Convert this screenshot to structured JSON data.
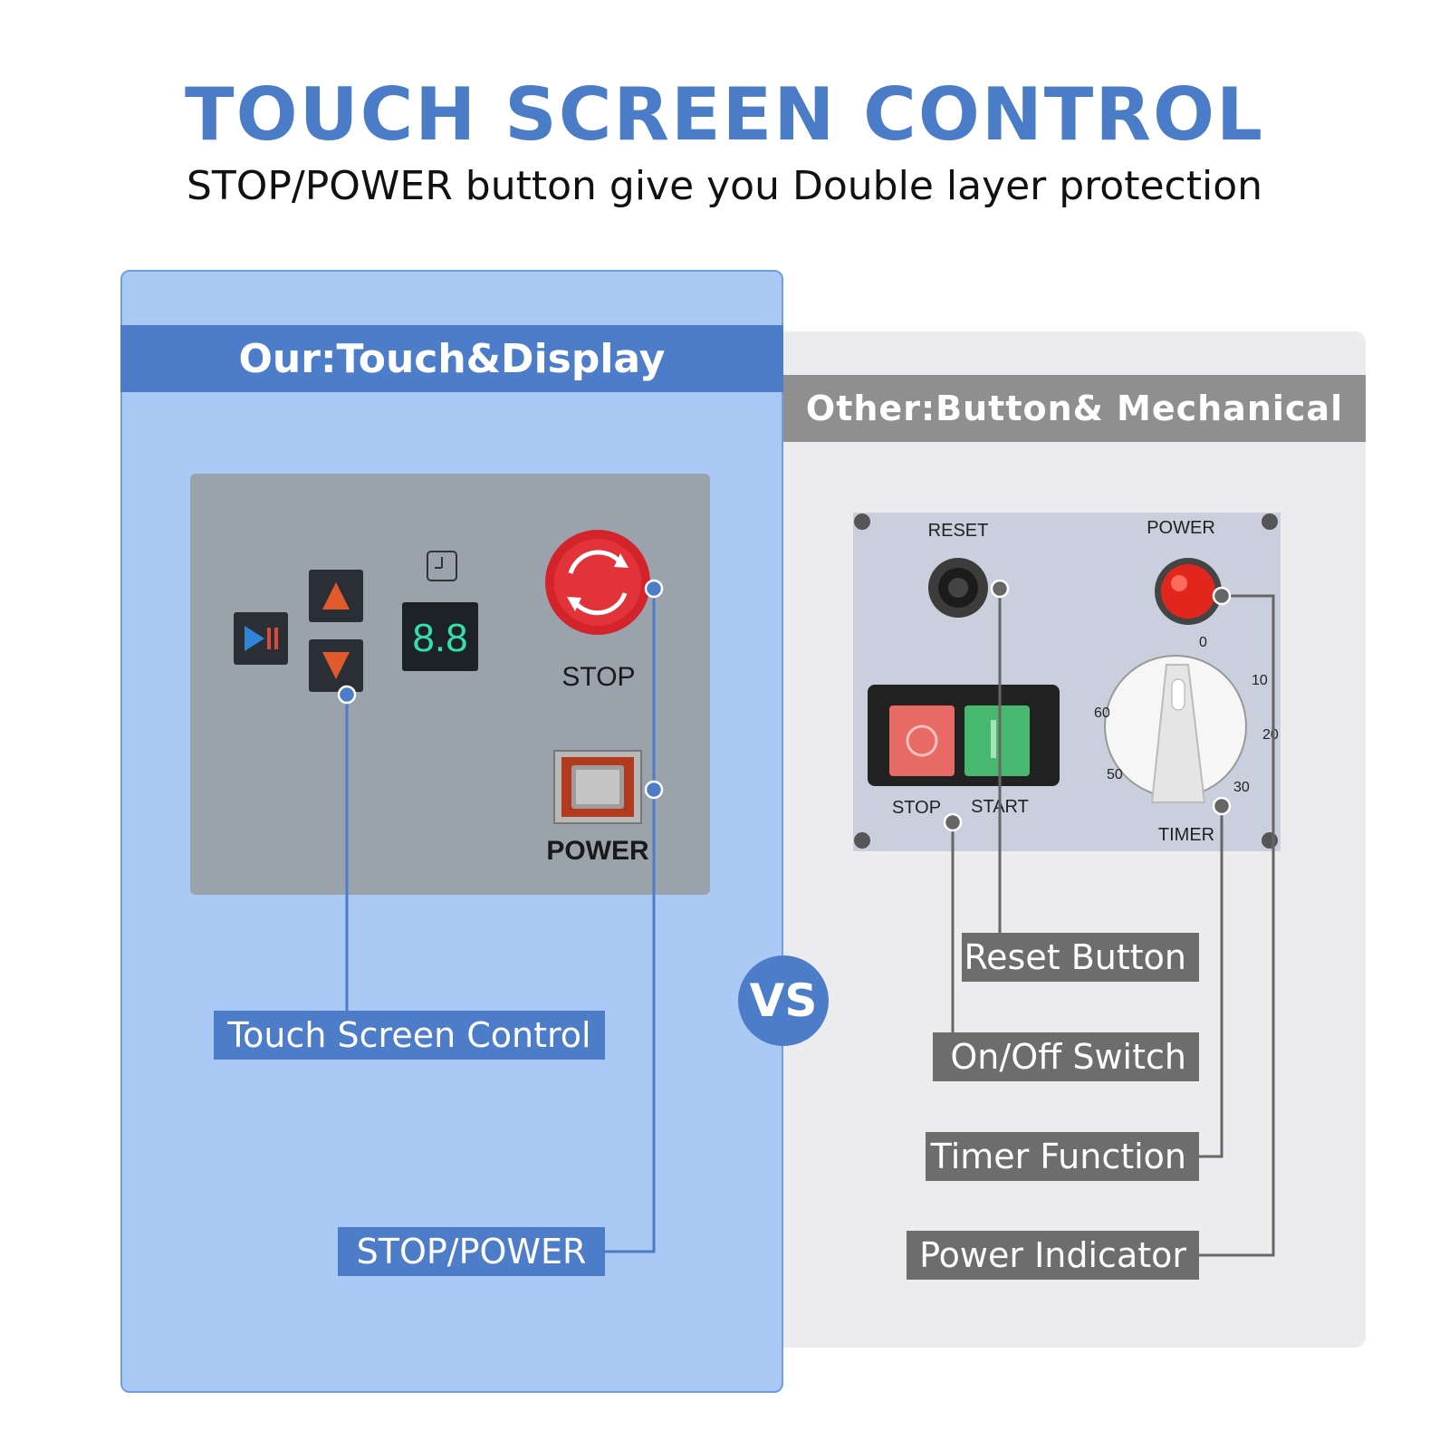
{
  "header": {
    "title": "TOUCH SCREEN CONTROL",
    "subtitle": "STOP/POWER button give you Double layer protection"
  },
  "left_panel": {
    "title": "Our:Touch&Display",
    "device": {
      "display_value": "8.8",
      "stop_label": "STOP",
      "power_label": "POWER"
    },
    "callouts": {
      "touch": "Touch Screen Control",
      "stop_power": "STOP/POWER"
    }
  },
  "vs_label": "VS",
  "right_panel": {
    "title": "Other:Button& Mechanical",
    "device": {
      "reset_label": "RESET",
      "power_label": "POWER",
      "stop_label": "STOP",
      "start_label": "START",
      "timer_label": "TIMER",
      "dial_marks": [
        "0",
        "10",
        "20",
        "30",
        "50",
        "60"
      ]
    },
    "callouts": {
      "reset": "Reset Button",
      "onoff": "On/Off Switch",
      "timer": "Timer Function",
      "power": "Power Indicator"
    }
  },
  "colors": {
    "accent": "#4d7dc8",
    "panel_blue": "#abc9f5",
    "panel_gray": "#ececee",
    "tag_gray": "#6d6d6d"
  }
}
